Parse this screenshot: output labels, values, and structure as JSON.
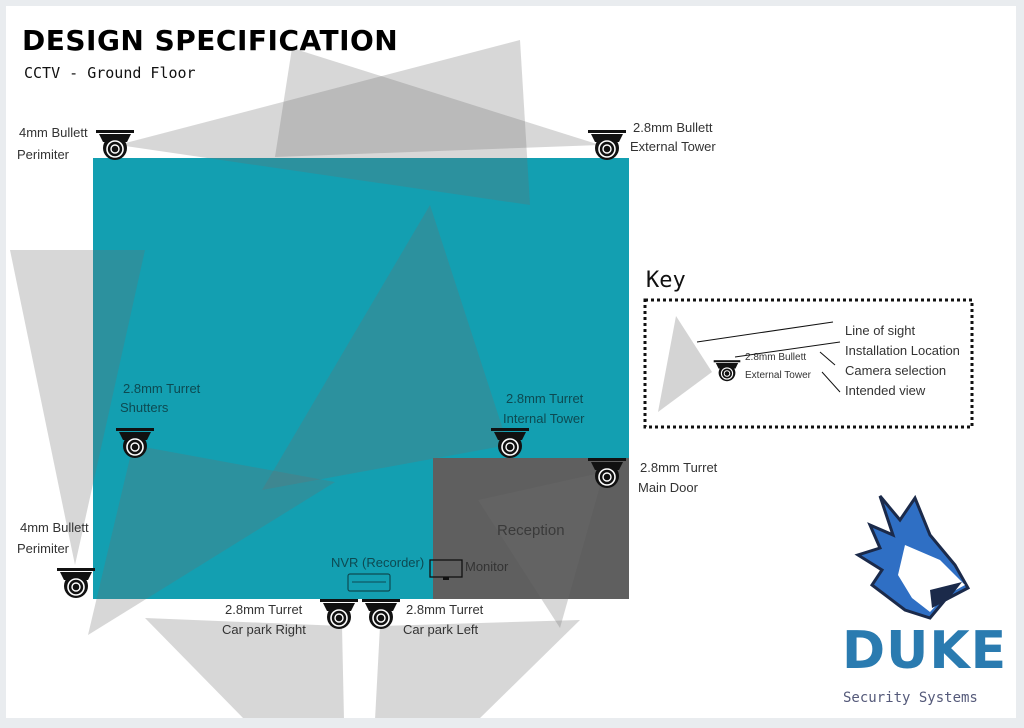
{
  "header": {
    "title": "DESIGN SPECIFICATION",
    "subtitle": "CCTV - Ground Floor"
  },
  "colors": {
    "floor": "#139fb1",
    "reception": "#5f5f5f",
    "view": "#d4d4d4",
    "logo_blue": "#2f6fc4",
    "logo_dark": "#1b2a4a"
  },
  "cameras": [
    {
      "icon": "dome-camera-icon",
      "line1": "4mm Bullett",
      "line2": "Perimiter"
    },
    {
      "icon": "dome-camera-icon",
      "line1": "2.8mm Bullett",
      "line2": "External Tower"
    },
    {
      "icon": "dome-camera-icon",
      "line1": "2.8mm Turret",
      "line2": "Shutters"
    },
    {
      "icon": "dome-camera-icon",
      "line1": "2.8mm Turret",
      "line2": "Internal Tower"
    },
    {
      "icon": "dome-camera-icon",
      "line1": "2.8mm Turret",
      "line2": "Main Door"
    },
    {
      "icon": "dome-camera-icon",
      "line1": "4mm Bullett",
      "line2": "Perimiter"
    },
    {
      "icon": "dome-camera-icon",
      "line1": "2.8mm Turret",
      "line2": "Car park Right"
    },
    {
      "icon": "dome-camera-icon",
      "line1": "2.8mm Turret",
      "line2": "Car park Left"
    }
  ],
  "rooms": {
    "reception": "Reception"
  },
  "equipment": {
    "nvr": "NVR (Recorder)",
    "monitor": "Monitor"
  },
  "key": {
    "title": "Key",
    "camera_line1": "2.8mm Bullett",
    "camera_line2": "External Tower",
    "items": [
      "Line of sight",
      "Installation Location",
      "Camera selection",
      "Intended view"
    ]
  },
  "logo": {
    "name": "DUKE",
    "tagline": "Security Systems"
  }
}
